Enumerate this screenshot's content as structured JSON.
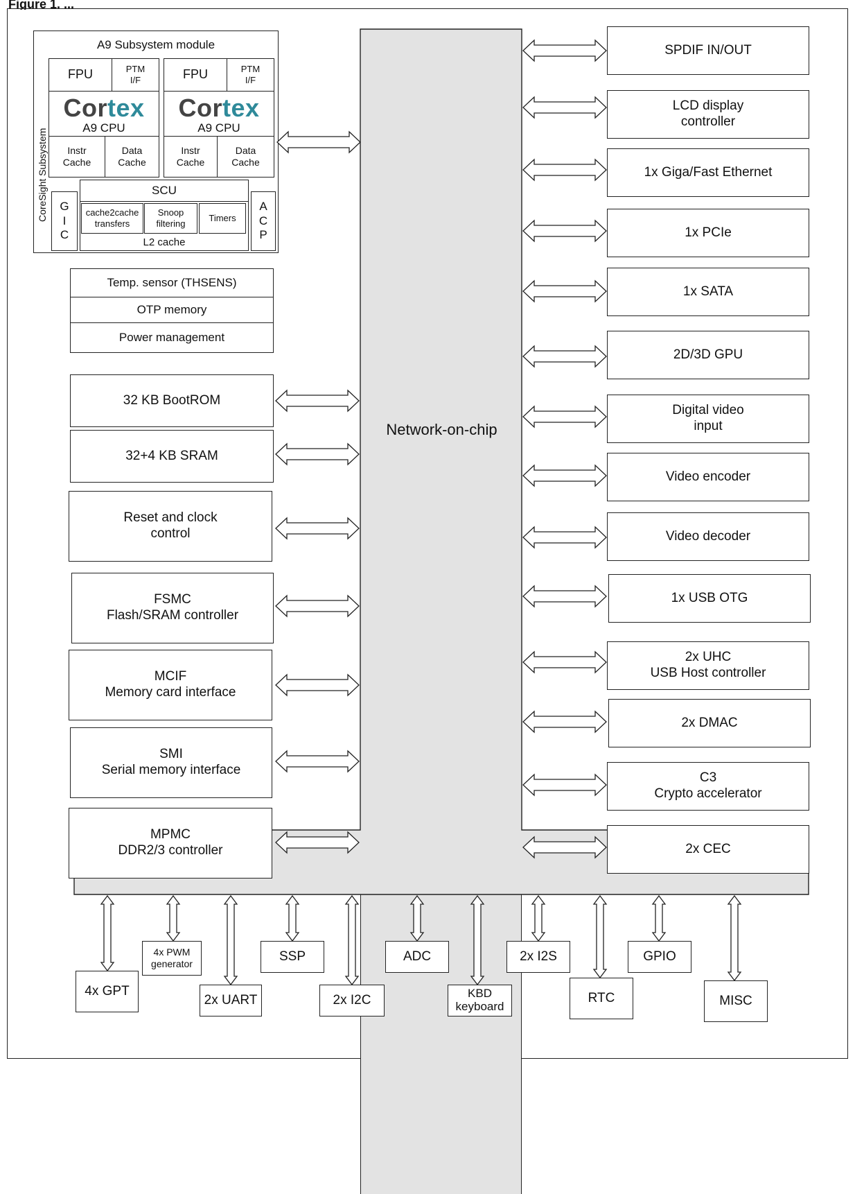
{
  "figure_caption": "Figure 1. ...",
  "noc_label": "Network-on-chip",
  "a9": {
    "module_title": "A9 Subsystem module",
    "coresight": "CoreSight Subsystem",
    "cpu0": {
      "fpu": "FPU",
      "ptm": "PTM\nI/F",
      "logo": "Cortex",
      "cpu": "A9 CPU",
      "icache": "Instr\nCache",
      "dcache": "Data\nCache"
    },
    "cpu1": {
      "fpu": "FPU",
      "ptm": "PTM\nI/F",
      "logo": "Cortex",
      "cpu": "A9 CPU",
      "icache": "Instr\nCache",
      "dcache": "Data\nCache"
    },
    "scu": "SCU",
    "gic": "G\nI\nC",
    "acp": "A\nC\nP",
    "c2c": "cache2cache\ntransfers",
    "snoop": "Snoop\nfiltering",
    "timers": "Timers",
    "l2": "L2 cache"
  },
  "misc_stack": [
    "Temp. sensor (THSENS)",
    "OTP memory",
    "Power management"
  ],
  "left_blocks": [
    "32 KB BootROM",
    "32+4 KB SRAM",
    "Reset and clock\ncontrol",
    "FSMC\nFlash/SRAM controller",
    "MCIF\nMemory card interface",
    "SMI\nSerial memory interface",
    "MPMC\nDDR2/3 controller"
  ],
  "right_blocks": [
    "SPDIF IN/OUT",
    "LCD display\ncontroller",
    "1x Giga/Fast Ethernet",
    "1x PCIe",
    "1x SATA",
    "2D/3D GPU",
    "Digital video\ninput",
    "Video encoder",
    "Video decoder",
    "1x USB OTG",
    "2x UHC\nUSB Host controller",
    "2x DMAC",
    "C3\nCrypto accelerator",
    "2x CEC"
  ],
  "bottom_blocks": [
    "4x GPT",
    "4x PWM\ngenerator",
    "2x UART",
    "SSP",
    "2x I2C",
    "ADC",
    "KBD\nkeyboard",
    "2x I2S",
    "RTC",
    "GPIO",
    "MISC"
  ]
}
